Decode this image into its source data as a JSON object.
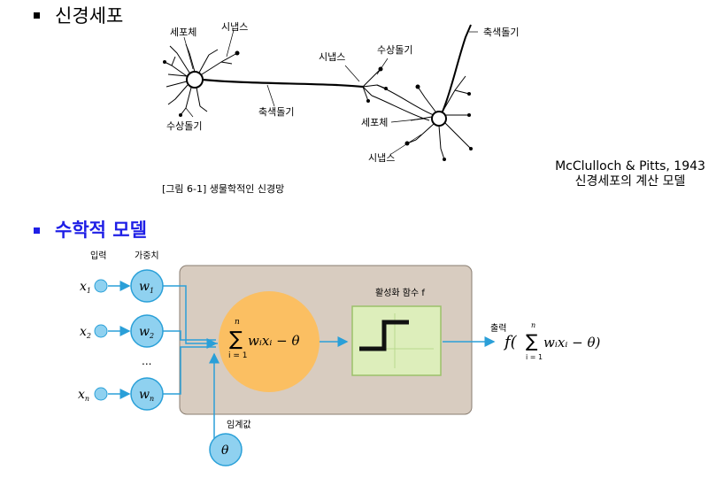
{
  "section1": {
    "title": "신경세포",
    "figure": {
      "labels": {
        "soma_left": "세포체",
        "synapse_left": "시냅스",
        "dendrite_left": "수상돌기",
        "axon": "축색돌기",
        "synapse_mid": "시냅스",
        "dendrite_mid": "수상돌기",
        "soma_right": "세포체",
        "synapse_bottom": "시냅스",
        "axon_right": "축색돌기"
      },
      "caption": "[그림 6-1] 생물학적인 신경망"
    },
    "credit": {
      "line1": "McClulloch & Pitts, 1943",
      "line2": "신경세포의 계산 모델"
    }
  },
  "section2": {
    "title": "수학적 모델",
    "diagram": {
      "input_header": "입력",
      "weight_header": "가중치",
      "inputs": [
        "x",
        "x",
        "x"
      ],
      "input_subs": [
        "1",
        "2",
        "n"
      ],
      "weights": [
        "w",
        "w",
        "w"
      ],
      "weight_subs": [
        "1",
        "2",
        "n"
      ],
      "ellipsis": "...",
      "sum_expr": "wᵢxᵢ − θ",
      "sum_upper": "n",
      "sum_lower": "i = 1",
      "activation_label": "활성화 함수 f",
      "output_label": "출력",
      "output_expr_prefix": "f(",
      "output_expr_body": "wᵢxᵢ − θ)",
      "threshold_label": "임계값",
      "threshold_symbol": "θ"
    },
    "colors": {
      "title": "#1f1fe6",
      "node_fill": "#8fd1f0",
      "node_stroke": "#2aa0d8",
      "arrow": "#2a9fd8",
      "box_fill": "#d8ccc0",
      "box_stroke": "#8a7e72",
      "sum_fill": "#fbbf62",
      "act_fill": "#ddeebb",
      "act_stroke": "#9bc16a"
    }
  }
}
